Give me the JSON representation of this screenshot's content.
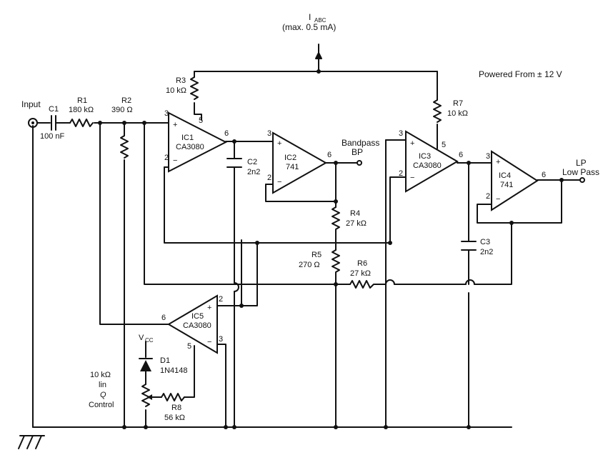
{
  "header": {
    "iabc_label": "I",
    "iabc_sub": "ABC",
    "iabc_max": "(max. 0.5 mA)",
    "powered": "Powered From ± 12 V"
  },
  "io": {
    "input": "Input",
    "bandpass": "Bandpass",
    "bp": "BP",
    "lp": "LP",
    "lowpass": "Low Pass"
  },
  "parts": {
    "c1": "C1",
    "c1_val": "100 nF",
    "r1": "R1",
    "r1_val": "180 kΩ",
    "r2": "R2",
    "r2_val": "390 Ω",
    "r3": "R3",
    "r3_val": "10 kΩ",
    "r7": "R7",
    "r7_val": "10 kΩ",
    "c2": "C2",
    "c2_val": "2n2",
    "c3": "C3",
    "c3_val": "2n2",
    "r4": "R4",
    "r4_val": "27 kΩ",
    "r5": "R5",
    "r5_val": "270 Ω",
    "r6": "R6",
    "r6_val": "27 kΩ",
    "r8": "R8",
    "r8_val": "56 kΩ",
    "d1": "D1",
    "d1_val": "1N4148",
    "vcc": "V",
    "vcc_sub": "CC",
    "pot_val": "10 kΩ",
    "pot_lin": "lin",
    "pot_q": "Q",
    "pot_ctrl": "Control"
  },
  "ics": {
    "ic1": "IC1",
    "ic1_type": "CA3080",
    "ic2": "IC2",
    "ic2_type": "741",
    "ic3": "IC3",
    "ic3_type": "CA3080",
    "ic4": "IC4",
    "ic4_type": "741",
    "ic5": "IC5",
    "ic5_type": "CA3080"
  },
  "pins": {
    "p2": "2",
    "p3": "3",
    "p5": "5",
    "p6": "6",
    "plus": "+",
    "minus": "−"
  }
}
